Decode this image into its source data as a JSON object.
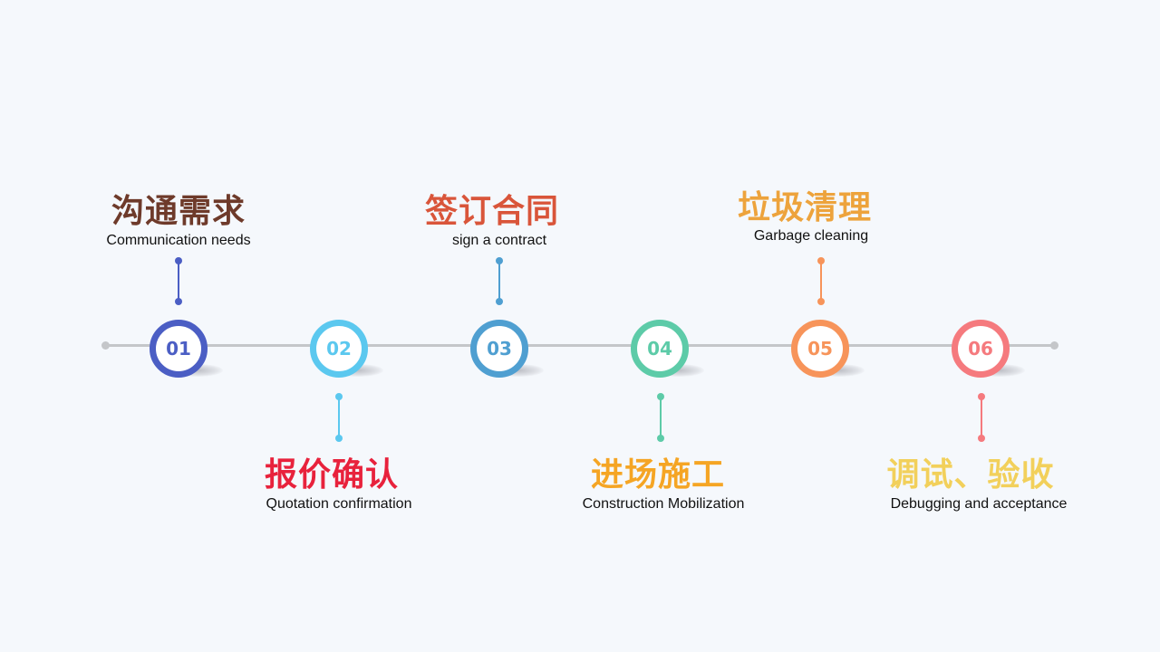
{
  "steps": [
    {
      "number": "01",
      "title": "沟通需求",
      "subtitle": "Communication needs",
      "color": "#4b5ec4",
      "title_color": "#6e3a2a",
      "position": "top"
    },
    {
      "number": "02",
      "title": "报价确认",
      "subtitle": "Quotation confirmation",
      "color": "#5bc8ef",
      "title_color": "#e8223c",
      "position": "bottom"
    },
    {
      "number": "03",
      "title": "签订合同",
      "subtitle": "sign a contract",
      "color": "#4f9fd1",
      "title_color": "#d9553a",
      "position": "top"
    },
    {
      "number": "04",
      "title": "进场施工",
      "subtitle": "Construction Mobilization",
      "color": "#5dcba8",
      "title_color": "#f5a524",
      "position": "bottom"
    },
    {
      "number": "05",
      "title": "垃圾清理",
      "subtitle": "Garbage cleaning",
      "color": "#f7945a",
      "title_color": "#eda33c",
      "position": "top"
    },
    {
      "number": "06",
      "title": "调试、验收",
      "subtitle": "Debugging and acceptance",
      "color": "#f57a7e",
      "title_color": "#f2d05b",
      "position": "bottom"
    }
  ]
}
